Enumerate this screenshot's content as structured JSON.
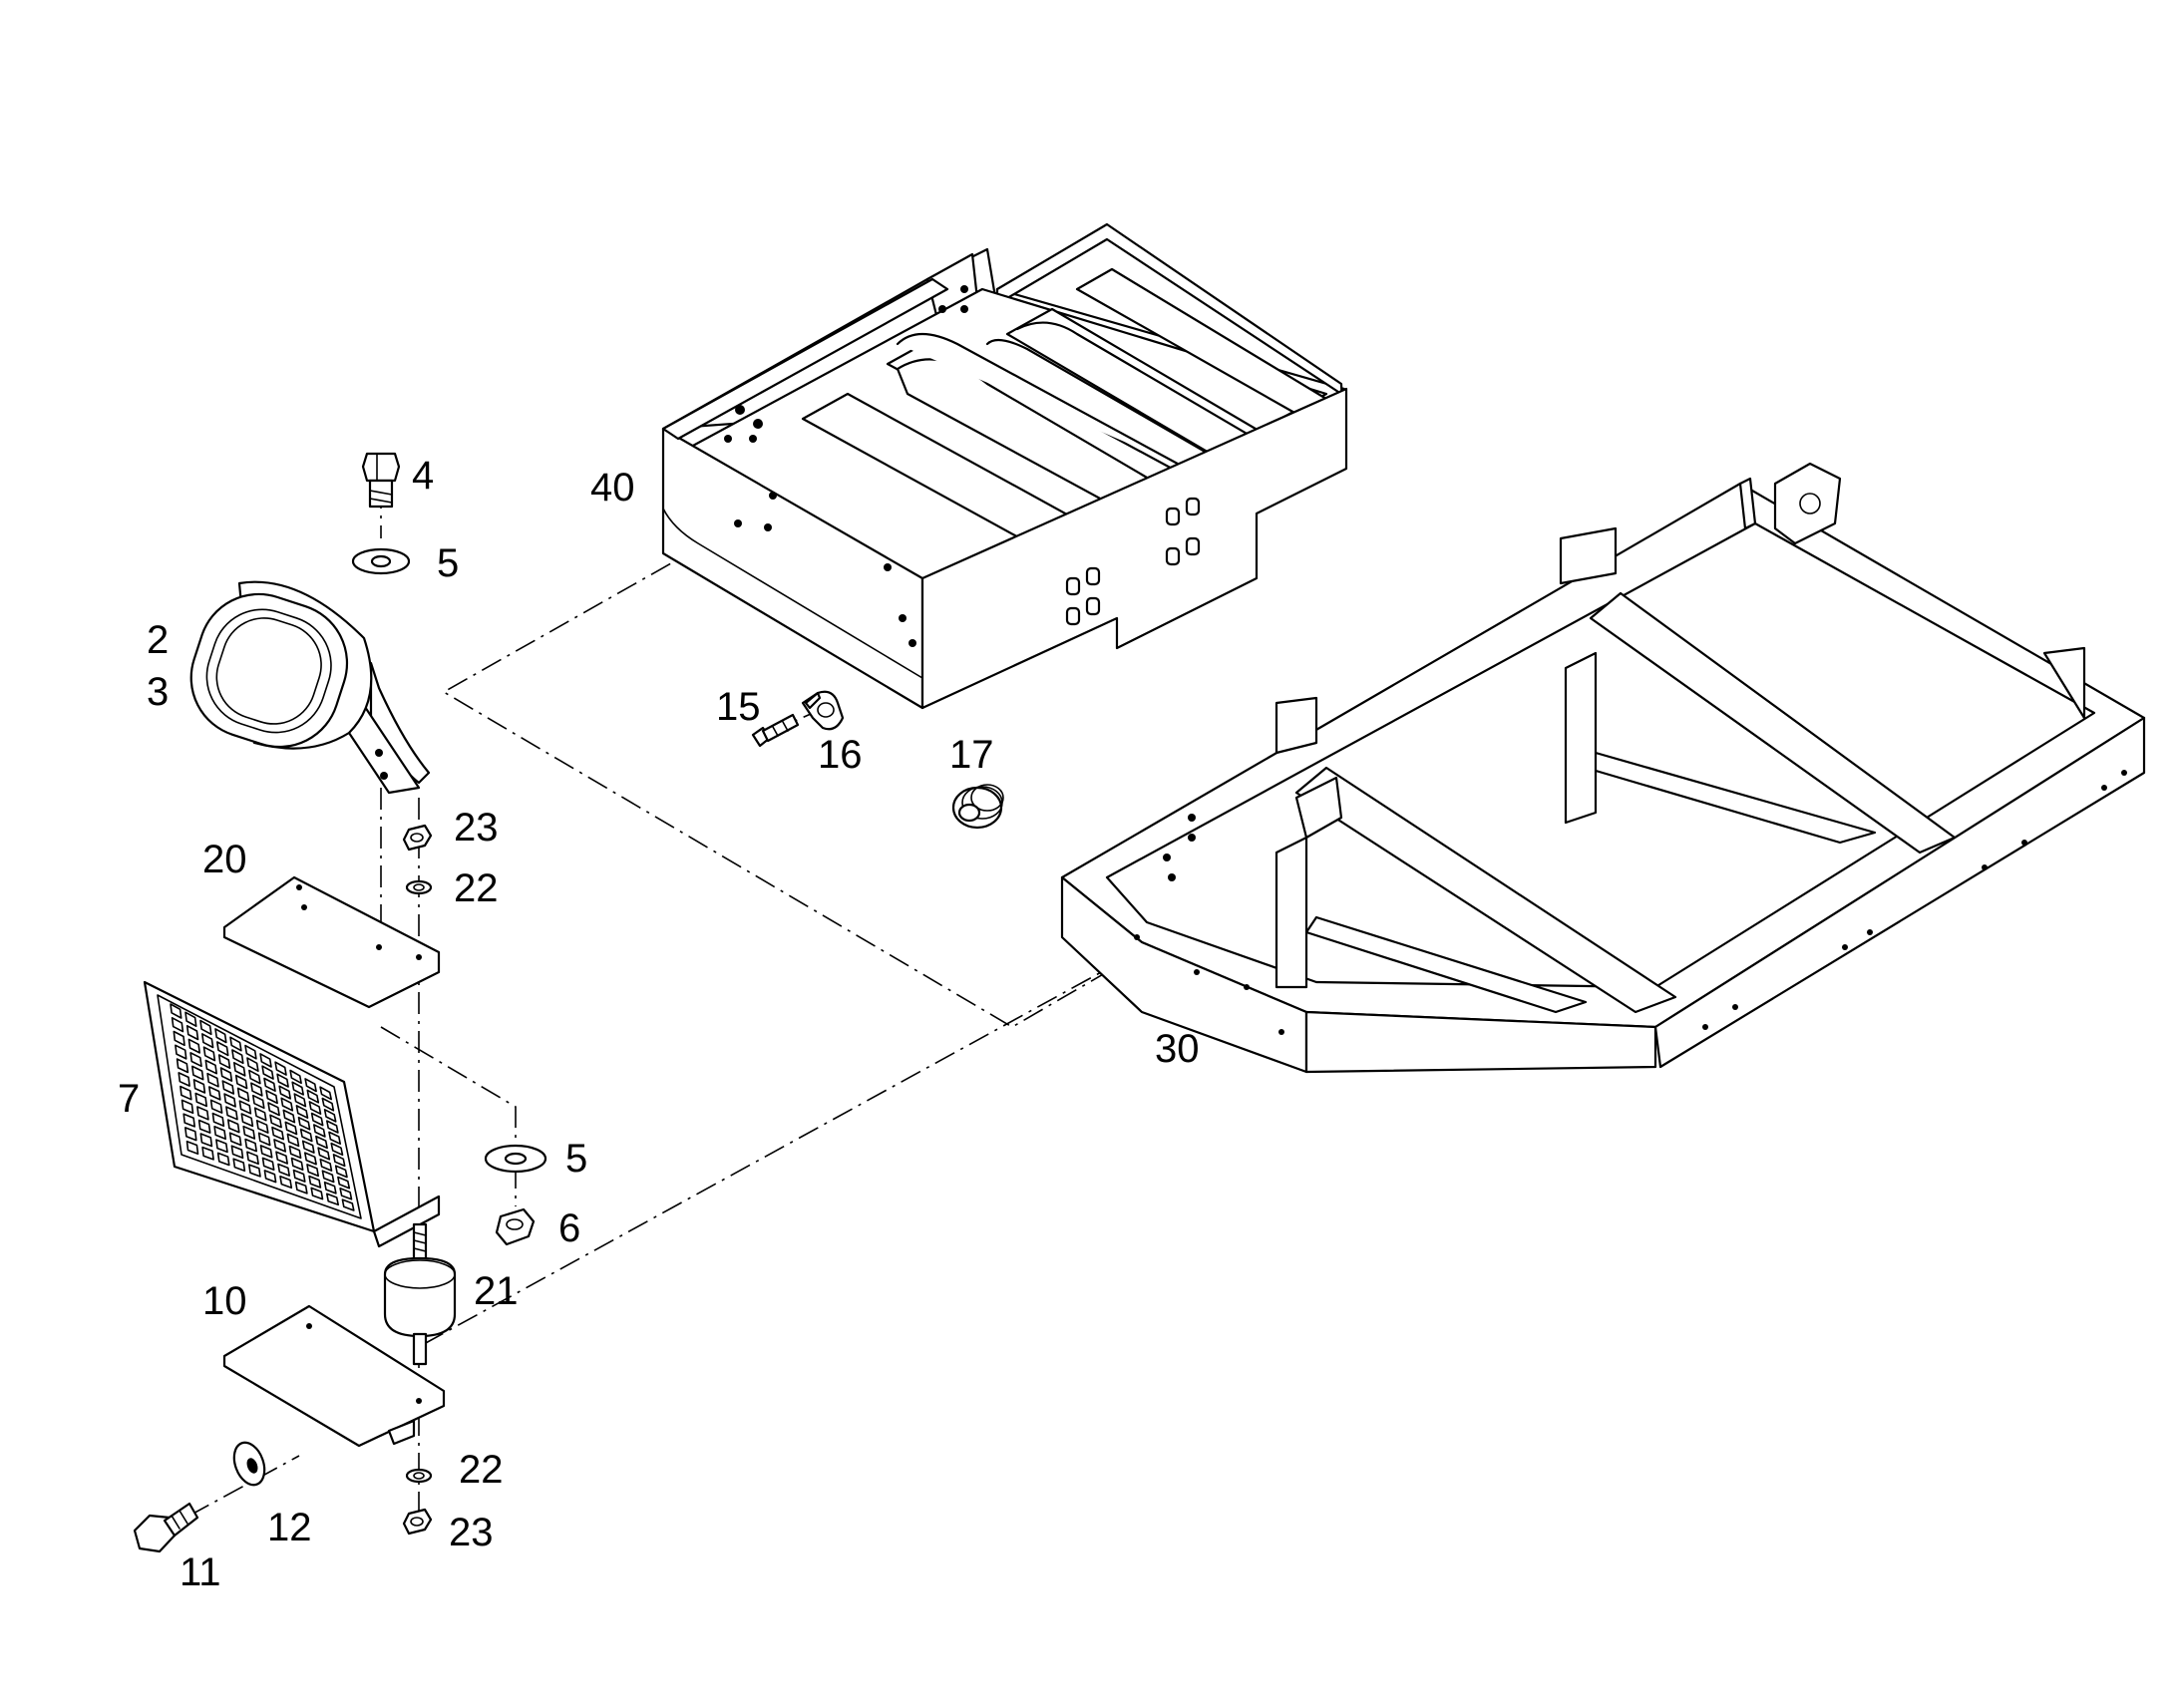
{
  "callouts": [
    {
      "id": "c4",
      "label": "4",
      "part": "hex-bolt"
    },
    {
      "id": "c5a",
      "label": "5",
      "part": "washer"
    },
    {
      "id": "c2",
      "label": "2",
      "part": "work-lamp"
    },
    {
      "id": "c3",
      "label": "3",
      "part": "work-lamp-bracket"
    },
    {
      "id": "c23a",
      "label": "23",
      "part": "nut"
    },
    {
      "id": "c22a",
      "label": "22",
      "part": "lock-washer"
    },
    {
      "id": "c20",
      "label": "20",
      "part": "mounting-plate"
    },
    {
      "id": "c7",
      "label": "7",
      "part": "grille-guard"
    },
    {
      "id": "c5b",
      "label": "5",
      "part": "washer"
    },
    {
      "id": "c6",
      "label": "6",
      "part": "nut"
    },
    {
      "id": "c21",
      "label": "21",
      "part": "rubber-mount"
    },
    {
      "id": "c10",
      "label": "10",
      "part": "base-plate"
    },
    {
      "id": "c22b",
      "label": "22",
      "part": "lock-washer"
    },
    {
      "id": "c12",
      "label": "12",
      "part": "washer"
    },
    {
      "id": "c23b",
      "label": "23",
      "part": "nut"
    },
    {
      "id": "c11",
      "label": "11",
      "part": "hex-bolt"
    },
    {
      "id": "c40",
      "label": "40",
      "part": "battery-tray"
    },
    {
      "id": "c15",
      "label": "15",
      "part": "screw"
    },
    {
      "id": "c16",
      "label": "16",
      "part": "cable-clamp"
    },
    {
      "id": "c17",
      "label": "17",
      "part": "grommet"
    },
    {
      "id": "c30",
      "label": "30",
      "part": "frame"
    }
  ]
}
